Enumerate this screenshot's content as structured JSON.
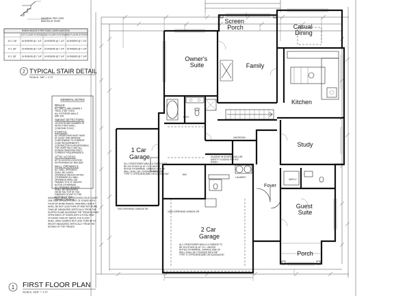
{
  "rooms": {
    "screen_porch": [
      "Screen",
      "Porch"
    ],
    "casual_dining": [
      "Casual",
      "Dining"
    ],
    "owners_suite": [
      "Owner's",
      "Suite"
    ],
    "family": "Family",
    "kitchen": "Kitchen",
    "car_garage_1": [
      "1 Car",
      "Garage"
    ],
    "study": "Study",
    "foyer": "Foyer",
    "guest_suite": [
      "Guest",
      "Suite"
    ],
    "car_garage_2": [
      "2 Car",
      "Garage"
    ],
    "porch": "Porch",
    "laundry": "LAUNDRY",
    "mudroom": "MUDROOM",
    "bath": "BATH",
    "bath_2": "BATH 2",
    "wic": "WIC"
  },
  "stair_detail": {
    "number": "2",
    "title": "TYPICAL STAIR DETAIL",
    "scale": "SCALE: 3/8\" = 1'-0\"",
    "table_title": "RISER HEIGHTS PER STAIR CONFIGURATION",
    "table_rows": [
      [
        "",
        "1ST FLOOR SYSTEM",
        "2ND FLOOR SYSTEM",
        "3RD FLOOR SYSTEM"
      ],
      [
        "10'-1 1/8\"",
        "16 RISERS @ 7 1/2\"",
        "16 RISERS @ 7 1/2\"",
        "16 RISERS @ 7 1/2\""
      ],
      [
        "9'-1 1/8\"",
        "15 RISERS @ 7 1/4\"",
        "15 RISERS @ 7 1/4\"",
        "15 RISERS @ 7 1/4\""
      ],
      [
        "8'-1 1/8\"",
        "14 RISERS @ 7 1/4\"",
        "14 RISERS @ 7 1/4\"",
        "14 RISERS @ 7 1/4\""
      ]
    ]
  },
  "plan_title": {
    "number": "1",
    "title": "FIRST FLOOR PLAN",
    "scale": "SCALE: 3/16\" = 1'-0\""
  },
  "general_notes": {
    "title": "GENERAL NOTES",
    "sections": [
      {
        "head": "WALLS:",
        "lines": [
          "ALL WALLS ARE DRAWN 4",
          "THICK 4 5/8\" THICK",
          "ALL EXTERIOR WALLS",
          "ARE 2X6"
        ]
      },
      {
        "head": "SMOKE DETECTORS:",
        "lines": [
          "LOCATION AND NUMBER OF",
          "DETECTORS SHALL",
          "CONFORM TO IRC"
        ]
      },
      {
        "head": "EGRESS:",
        "lines": [
          "ALL BEDROOMS MUST HAVE",
          "AT LEAST ONE WINDOW",
          "CONFORMING TO CURRENT",
          "CODE REQUIREMENTS",
          "CONTRACTOR IS RESPONSIBLE",
          "FOR VERIFYING THAT ALL",
          "EGRESS WINDOWS MEET",
          "CURRENT REQUIREMENTS"
        ]
      },
      {
        "head": "ATTIC ACCESS:",
        "lines": [
          "ATTIC ACCESS LOCATION",
          "AS PROVIDED BY BUILDER"
        ]
      },
      {
        "head": "WALL OPENINGS:",
        "lines": [
          "ALL WALL OPENINGS",
          "SHALL BE CASED",
          "OPENINGS UNLESS NOTED",
          "OTHERWISE ALL WALL",
          "OPENINGS SHALL BE",
          "FRAMED TO 6'-8\" UNLESS",
          "NOTED OTHERWISE",
          "ALL FINISHED HEIGHTS",
          "SHALL BE MEASURED",
          "FROM THE TOP OF THE",
          "FINISHED FLOOR TO THE",
          "BOTTOM OF THE",
          "FRAMED OPENING"
        ]
      }
    ]
  },
  "garage_notes": {
    "one_car": [
      "ALL CONDITIONED WALLS & GARAGE TO",
      "BE 2X4 STUDS @ 16\" O.C. UNLESS",
      "NOTED OTHERWISE. GARAGE SIDE OF",
      "WALL SHALL BE COVERED WITH 5/8\"",
      "TYPE 'X' GYPSUM BOARD OR EQUIVALENT"
    ],
    "two_car": [
      "ALL CONDITIONED WALLS & GARAGE TO",
      "BE 2X4 STUDS @ 16\" O.C. UNLESS",
      "NOTED OTHERWISE. GARAGE SIDE OF",
      "WALL SHALL BE COVERED WITH 5/8\"",
      "TYPE 'X' GYPSUM BOARD OR EQUIVALENT"
    ],
    "handrail": [
      "HANDRAILS SHALL BE PROVIDED ON AT LEAST",
      "ONE SIDE OF EACH FLIGHT OF STAIRS WITH",
      "FOUR OR MORE RISERS. HANDRAIL HEIGHT",
      "SHALL BE NOT LESS THAN 34\" AND NOT MORE",
      "THAN 38\" MEASURED VERTICALLY FROM THE",
      "SLOPED PLANE ADJOINING THE TREAD NOSING",
      "OPEN SIDES OF STAIRS WITH A TOTAL RISE",
      "OF MORE THAN 30\" ABOVE THE FLOOR",
      "SHALL HAVE GUARDS NOT LESS THAN 34\" IN",
      "HEIGHT MEASURED VERTICALLY FROM THE",
      "NOSING OF THE TREADS"
    ],
    "glazing": [
      "GLAZING IN DOORS SHALL BE",
      "SAFETY GLAZING PER IRC",
      "R308.4"
    ]
  },
  "door_labels": {
    "garage_door_1": "9X8 OVERHEAD GARAGE DR.",
    "garage_door_2": "16X8 OVERHEAD GARAGE DR."
  }
}
